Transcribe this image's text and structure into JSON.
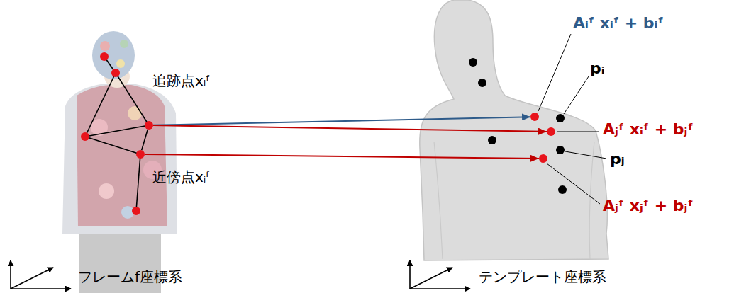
{
  "diagram": {
    "nodes": [
      {
        "text": [
          "追跡点xᵢᶠ"
        ]
      },
      {
        "text": [
          "近傍点xⱼᶠ"
        ]
      },
      {
        "text": [
          "Aᵢᶠ xᵢᶠ + bᵢᶠ"
        ]
      },
      {
        "text": [
          "pᵢ"
        ]
      },
      {
        "text": [
          "Aⱼᶠ xᵢᶠ + bⱼᶠ"
        ]
      },
      {
        "text": [
          "pⱼ"
        ]
      },
      {
        "text": [
          "Aⱼᶠ xⱼᶠ + bⱼᶠ"
        ]
      }
    ],
    "edges": [
      {
        "from": 0,
        "to": 1,
        "arrow": "none"
      },
      {
        "from": 0,
        "to": 2,
        "arrow": "to"
      },
      {
        "from": 0,
        "to": 4,
        "arrow": "to"
      },
      {
        "from": 1,
        "to": 6,
        "arrow": "to"
      }
    ],
    "labels": [
      "フレームf座標系",
      "テンプレート座標系"
    ]
  }
}
